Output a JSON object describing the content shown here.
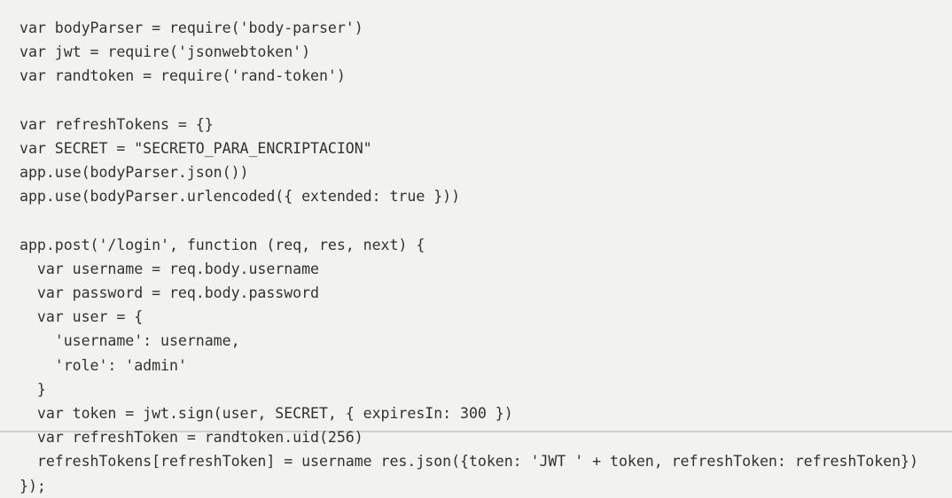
{
  "snippet": {
    "language": "javascript",
    "background_color": "#f2f2f1",
    "text_color": "#32322f",
    "border_color": "#d0d0d0",
    "lines": [
      "var bodyParser = require('body-parser')",
      "var jwt = require('jsonwebtoken')",
      "var randtoken = require('rand-token')",
      "",
      "var refreshTokens = {}",
      "var SECRET = \"SECRETO_PARA_ENCRIPTACION\"",
      "app.use(bodyParser.json())",
      "app.use(bodyParser.urlencoded({ extended: true }))",
      "",
      "app.post('/login', function (req, res, next) {",
      "  var username = req.body.username",
      "  var password = req.body.password",
      "  var user = {",
      "    'username': username,",
      "    'role': 'admin'",
      "  }",
      "  var token = jwt.sign(user, SECRET, { expiresIn: 300 })",
      "  var refreshToken = randtoken.uid(256)",
      "  refreshTokens[refreshToken] = username res.json({token: 'JWT ' + token, refreshToken: refreshToken})",
      "});"
    ]
  }
}
